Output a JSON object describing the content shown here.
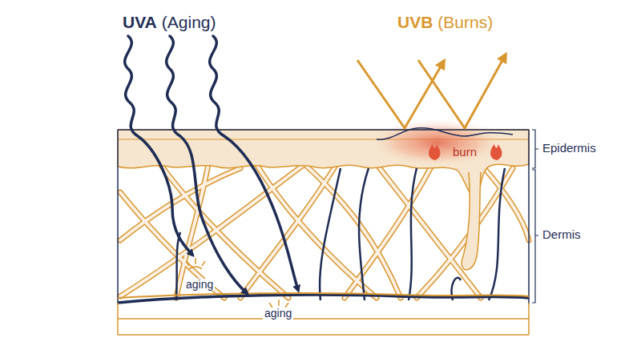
{
  "diagram": {
    "labels": [
      "UVA",
      "(Aging)",
      "UVB",
      "(Burns)",
      "burn",
      "aging",
      "aging",
      "Epidermis",
      "Dermis"
    ]
  }
}
